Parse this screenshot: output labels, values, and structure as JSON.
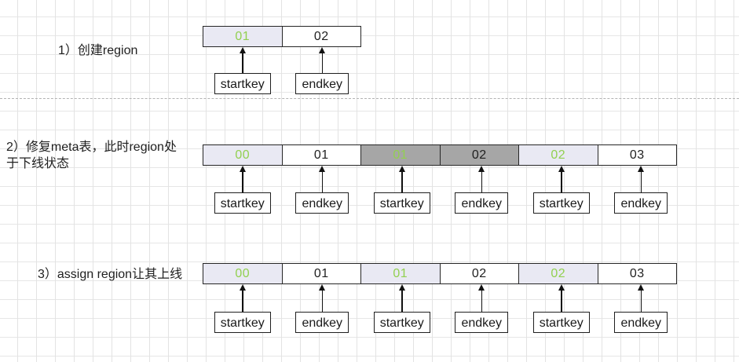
{
  "colors": {
    "lavender": "#e9e9f3",
    "gray": "#a6a6a6",
    "white": "#ffffff",
    "green": "#92d050",
    "black": "#1f1f1f",
    "border": "#262626",
    "grid": "#e3e3e3",
    "divider": "#b3b3b3"
  },
  "rows": [
    {
      "label_lines": [
        "1）创建region"
      ],
      "cells": [
        {
          "text": "01",
          "bg": "lavender",
          "fg": "green"
        },
        {
          "text": "02",
          "bg": "white",
          "fg": "black"
        }
      ],
      "pointers": [
        "startkey",
        "endkey"
      ]
    },
    {
      "label_lines": [
        "2）修复meta表，此时region处",
        "于下线状态"
      ],
      "cells": [
        {
          "text": "00",
          "bg": "lavender",
          "fg": "green"
        },
        {
          "text": "01",
          "bg": "white",
          "fg": "black"
        },
        {
          "text": "01",
          "bg": "gray",
          "fg": "green"
        },
        {
          "text": "02",
          "bg": "gray",
          "fg": "black"
        },
        {
          "text": "02",
          "bg": "lavender",
          "fg": "green"
        },
        {
          "text": "03",
          "bg": "white",
          "fg": "black"
        }
      ],
      "pointers": [
        "startkey",
        "endkey",
        "startkey",
        "endkey",
        "startkey",
        "endkey"
      ]
    },
    {
      "label_lines": [
        "3）assign region让其上线"
      ],
      "cells": [
        {
          "text": "00",
          "bg": "lavender",
          "fg": "green"
        },
        {
          "text": "01",
          "bg": "white",
          "fg": "black"
        },
        {
          "text": "01",
          "bg": "lavender",
          "fg": "green"
        },
        {
          "text": "02",
          "bg": "white",
          "fg": "black"
        },
        {
          "text": "02",
          "bg": "lavender",
          "fg": "green"
        },
        {
          "text": "03",
          "bg": "white",
          "fg": "black"
        }
      ],
      "pointers": [
        "startkey",
        "endkey",
        "startkey",
        "endkey",
        "startkey",
        "endkey"
      ]
    }
  ]
}
